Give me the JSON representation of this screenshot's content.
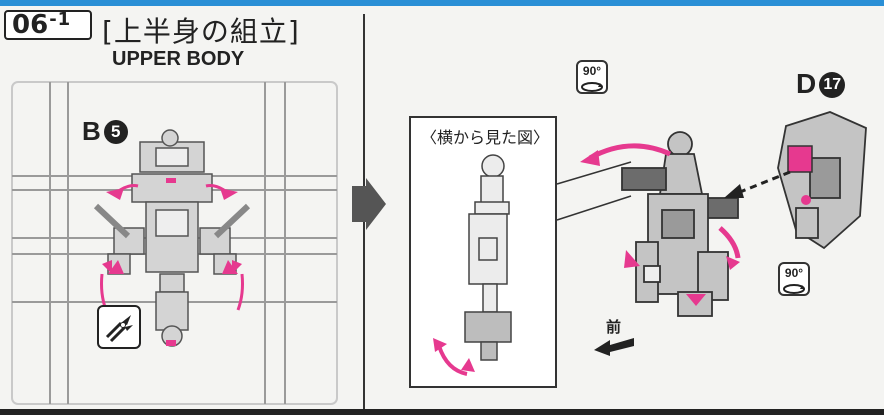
{
  "step": {
    "number": "06",
    "sub": "1"
  },
  "title": {
    "japanese": "[上半身の組立]",
    "english": "UPPER BODY"
  },
  "runner": {
    "part_letter": "B",
    "part_number": "5"
  },
  "side_view": {
    "title": "〈横から見た図〉"
  },
  "rotation_badges": [
    {
      "label": "90°"
    },
    {
      "label": "90°"
    }
  ],
  "attach_part": {
    "letter": "D",
    "number": "17"
  },
  "direction": {
    "front_label": "前"
  },
  "colors": {
    "accent": "#e6398f",
    "header_strip": "#2a8fd6",
    "ink": "#222222",
    "part_gray": "#b5b5b5"
  }
}
